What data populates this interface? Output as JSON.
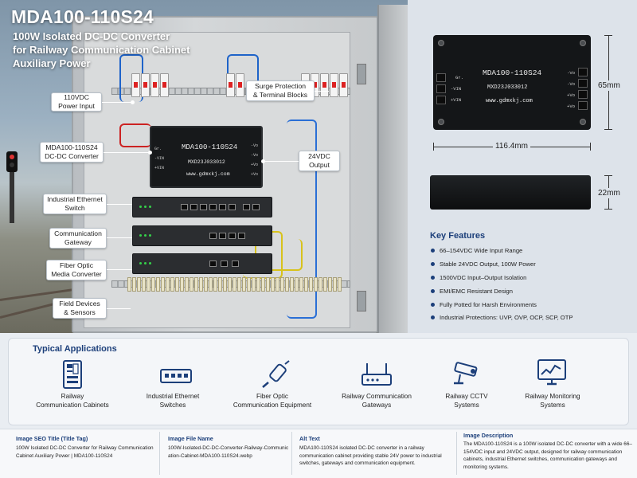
{
  "header": {
    "title": "MDA100-110S24",
    "subtitle_lines": [
      "100W Isolated DC-DC Converter",
      "for Railway Communication Cabinet",
      "Auxiliary Power"
    ]
  },
  "callouts": {
    "power_input": [
      "110VDC",
      "Power Input"
    ],
    "surge": [
      "Surge Protection",
      "& Terminal Blocks"
    ],
    "converter": [
      "MDA100-110S24",
      "DC-DC Converter"
    ],
    "output": [
      "24VDC",
      "Output"
    ],
    "switch": [
      "Industrial Ethernet",
      "Switch"
    ],
    "gateway": [
      "Communication",
      "Gateway"
    ],
    "fiber": [
      "Fiber Optic",
      "Media Converter"
    ],
    "field": [
      "Field Devices",
      "& Sensors"
    ]
  },
  "module_label": {
    "model": "MDA100-110S24",
    "serial": "MXD23J033012",
    "web": "www.gdmxkj.com",
    "pins_left": [
      "Gr.",
      "-VIN",
      "+VIN"
    ],
    "pins_right": [
      "-Vo",
      "-Vo",
      "+Vo",
      "+Vo"
    ]
  },
  "dimensions": {
    "height": "65mm",
    "width": "116.4mm",
    "depth": "22mm"
  },
  "key_features": {
    "title": "Key Features",
    "items": [
      "66–154VDC Wide Input Range",
      "Stable 24VDC Output, 100W Power",
      "1500VDC Input–Output Isolation",
      "EMI/EMC Resistant Design",
      "Fully Potted for Harsh Environments",
      "Industrial Protections: UVP, OVP, OCP, SCP, OTP"
    ]
  },
  "applications": {
    "title": "Typical Applications",
    "items": [
      {
        "label": [
          "Railway",
          "Communication Cabinets"
        ],
        "icon": "cabinet-icon"
      },
      {
        "label": [
          "Industrial Ethernet",
          "Switches"
        ],
        "icon": "switch-icon"
      },
      {
        "label": [
          "Fiber Optic",
          "Communication Equipment"
        ],
        "icon": "fiber-icon"
      },
      {
        "label": [
          "Railway Communication",
          "Gateways"
        ],
        "icon": "router-icon"
      },
      {
        "label": [
          "Railway CCTV",
          "Systems"
        ],
        "icon": "cctv-icon"
      },
      {
        "label": [
          "Railway Monitoring",
          "Systems"
        ],
        "icon": "monitor-icon"
      }
    ]
  },
  "meta": {
    "seo_title_heading": "Image SEO Title (Title Tag)",
    "seo_title_text": "100W Isolated DC-DC Converter for Railway Communication Cabinet Auxiliary Power | MDA100-110S24",
    "file_name_heading": "Image File Name",
    "file_name_text": "100W-Isolated-DC-DC-Converter-Railway-Communication-Cabinet-MDA100-110S24.webp",
    "alt_heading": "Alt Text",
    "alt_text": "MDA100-110S24 isolated DC-DC converter in a railway communication cabinet providing stable 24V power to industrial switches, gateways and communication equipment.",
    "desc_heading": "Image Description",
    "desc_text": "The MDA100-110S24 is a 100W isolated DC-DC converter with a wide 66–154VDC input and 24VDC output, designed for railway communication cabinets, industrial Ethernet switches, communication gateways and monitoring systems."
  },
  "colors": {
    "accent": "#1c3f7a",
    "background": "#e9edf2"
  }
}
